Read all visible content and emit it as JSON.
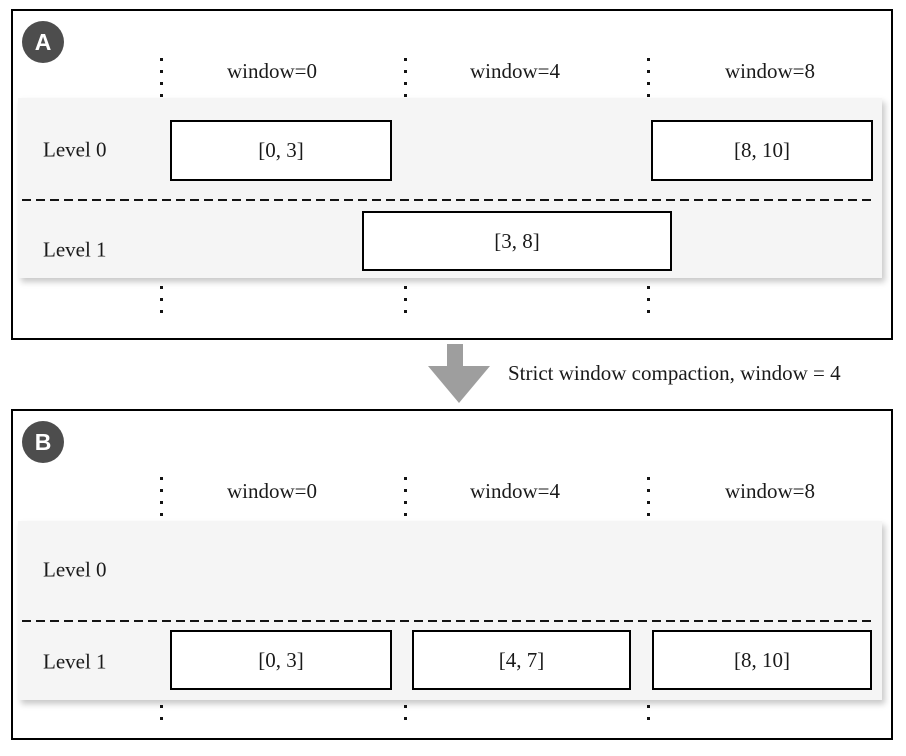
{
  "colors": {
    "band_fill": "#f5f5f5",
    "badge_fill": "#4d4d4d",
    "arrow_fill": "#9e9e9e",
    "line_ink": "#141414",
    "border": "#000000"
  },
  "transition": {
    "label": "Strict window compaction, window = 4",
    "arrow_icon": "down-arrow"
  },
  "panels": [
    {
      "badge": "A",
      "columns": [
        "window=0",
        "window=4",
        "window=8"
      ],
      "rows": [
        "Level 0",
        "Level 1"
      ],
      "boxes": [
        {
          "label": "[0, 3]",
          "row": "Level 0",
          "window": "window=0"
        },
        {
          "label": "[8, 10]",
          "row": "Level 0",
          "window": "window=8"
        },
        {
          "label": "[3, 8]",
          "row": "Level 1",
          "window": "spans window=0 through window=8"
        }
      ]
    },
    {
      "badge": "B",
      "columns": [
        "window=0",
        "window=4",
        "window=8"
      ],
      "rows": [
        "Level 0",
        "Level 1"
      ],
      "boxes": [
        {
          "label": "[0, 3]",
          "row": "Level 1",
          "window": "window=0"
        },
        {
          "label": "[4, 7]",
          "row": "Level 1",
          "window": "window=4"
        },
        {
          "label": "[8, 10]",
          "row": "Level 1",
          "window": "window=8"
        }
      ]
    }
  ]
}
